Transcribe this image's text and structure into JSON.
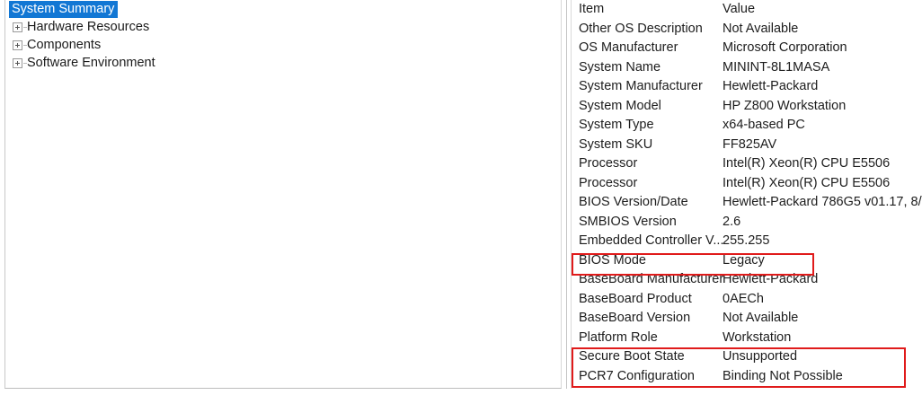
{
  "tree": {
    "root": {
      "label": "System Summary",
      "selected": true
    },
    "items": [
      {
        "label": "Hardware Resources",
        "expander": "plus-box-icon"
      },
      {
        "label": "Components",
        "expander": "plus-box-icon"
      },
      {
        "label": "Software Environment",
        "expander": "plus-box-icon"
      }
    ]
  },
  "details": {
    "header": {
      "item": "Item",
      "value": "Value"
    },
    "rows": [
      {
        "item": "Other OS Description",
        "value": "Not Available"
      },
      {
        "item": "OS Manufacturer",
        "value": "Microsoft Corporation"
      },
      {
        "item": "System Name",
        "value": "MININT-8L1MASA"
      },
      {
        "item": "System Manufacturer",
        "value": "Hewlett-Packard"
      },
      {
        "item": "System Model",
        "value": "HP Z800 Workstation"
      },
      {
        "item": "System Type",
        "value": "x64-based PC"
      },
      {
        "item": "System SKU",
        "value": "FF825AV"
      },
      {
        "item": "Processor",
        "value": "Intel(R) Xeon(R) CPU          E5506"
      },
      {
        "item": "Processor",
        "value": "Intel(R) Xeon(R) CPU          E5506"
      },
      {
        "item": "BIOS Version/Date",
        "value": "Hewlett-Packard 786G5 v01.17, 8/"
      },
      {
        "item": "SMBIOS Version",
        "value": "2.6"
      },
      {
        "item": "Embedded Controller V...",
        "value": "255.255"
      },
      {
        "item": "BIOS Mode",
        "value": "Legacy"
      },
      {
        "item": "BaseBoard Manufacturer",
        "value": "Hewlett-Packard"
      },
      {
        "item": "BaseBoard Product",
        "value": "0AECh"
      },
      {
        "item": "BaseBoard Version",
        "value": "Not Available"
      },
      {
        "item": "Platform Role",
        "value": "Workstation"
      },
      {
        "item": "Secure Boot State",
        "value": "Unsupported"
      },
      {
        "item": "PCR7 Configuration",
        "value": "Binding Not Possible"
      }
    ]
  },
  "annotations": {
    "color": "#e01b1b",
    "boxes": [
      {
        "name": "bios-mode-highlight",
        "target": "BIOS Mode"
      },
      {
        "name": "secure-boot-highlight",
        "target": "Secure Boot State / PCR7 Configuration"
      }
    ]
  },
  "colors": {
    "selection_background": "#1277d4",
    "selection_text": "#ffffff",
    "text": "#1d1d1d",
    "annotation_red": "#e01b1b",
    "pane_border": "#c4c4c4"
  }
}
